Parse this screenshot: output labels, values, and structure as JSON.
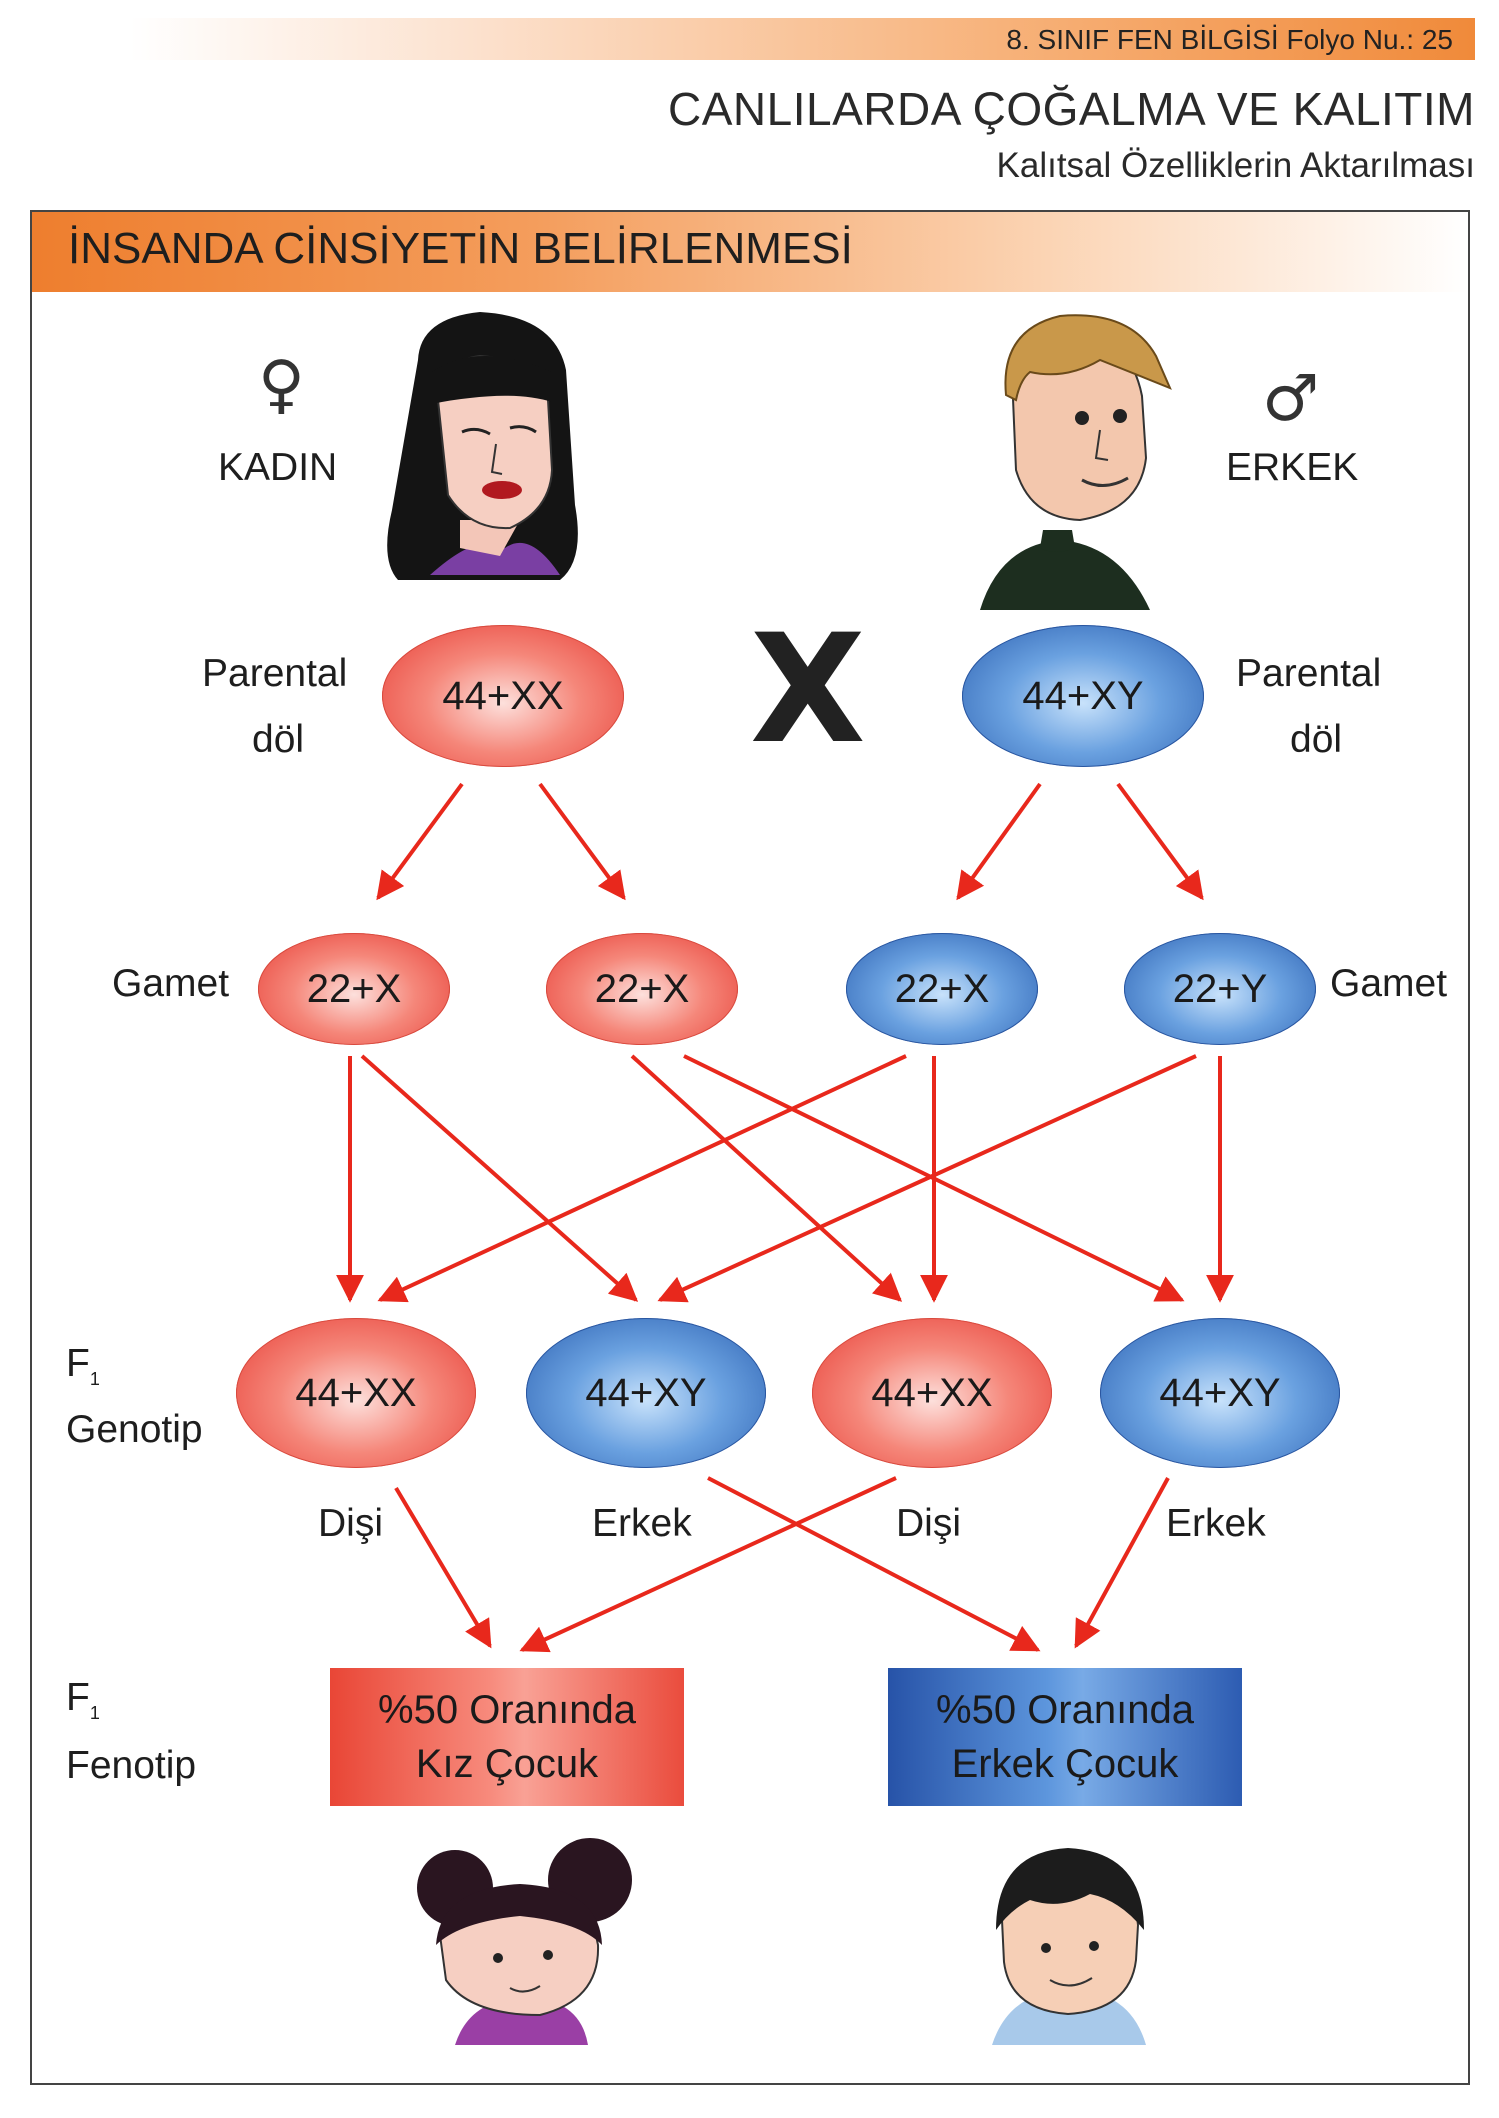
{
  "header": {
    "folio_text": "8. SINIF FEN BİLGİSİ Folyo Nu.: 25",
    "title": "CANLILARDA ÇOĞALMA VE KALITIM",
    "subtitle": "Kalıtsal Özelliklerin Aktarılması"
  },
  "section": {
    "title": "İNSANDA CİNSİYETİN BELİRLENMESİ"
  },
  "parents": {
    "female": {
      "symbol": "♀",
      "label": "KADIN",
      "genotype": "44+XX",
      "row_label_1": "Parental",
      "row_label_2": "döl"
    },
    "male": {
      "symbol": "♂",
      "label": "ERKEK",
      "genotype": "44+XY",
      "row_label_1": "Parental",
      "row_label_2": "döl"
    },
    "cross_symbol": "X"
  },
  "gametes": {
    "left_label": "Gamet",
    "right_label": "Gamet",
    "items": [
      "22+X",
      "22+X",
      "22+X",
      "22+Y"
    ]
  },
  "f1": {
    "genotype_label_f": "F",
    "genotype_label_sub": "1",
    "genotype_label": "Genotip",
    "genotypes": [
      "44+XX",
      "44+XY",
      "44+XX",
      "44+XY"
    ],
    "sexes": [
      "Dişi",
      "Erkek",
      "Dişi",
      "Erkek"
    ],
    "phenotype_label_f": "F",
    "phenotype_label_sub": "1",
    "phenotype_label": "Fenotip",
    "phenotype_girl": {
      "line1": "%50 Oranında",
      "line2": "Kız Çocuk"
    },
    "phenotype_boy": {
      "line1": "%50 Oranında",
      "line2": "Erkek Çocuk"
    }
  },
  "colors": {
    "female": "#e73d35",
    "male": "#2b5fb0",
    "arrow": "#e8281c",
    "header_orange": "#f08a3a"
  }
}
